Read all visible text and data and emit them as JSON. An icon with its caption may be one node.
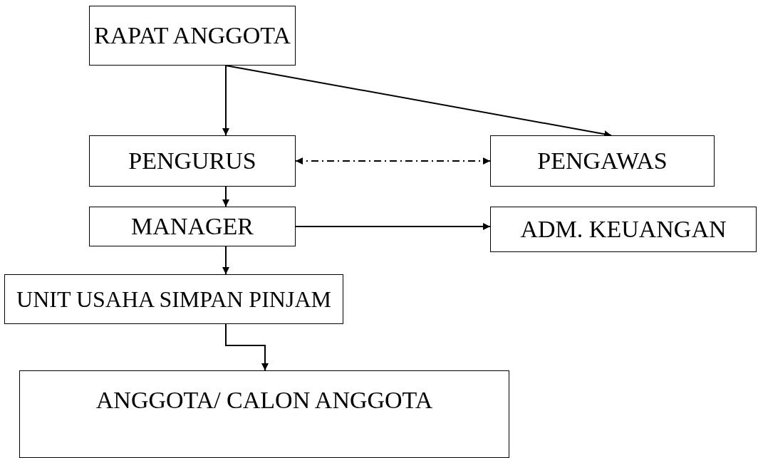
{
  "diagram": {
    "nodes": [
      {
        "text": [
          "RAPAT ANGGOTA"
        ]
      },
      {
        "text": [
          "PENGURUS"
        ]
      },
      {
        "text": [
          "PENGAWAS"
        ]
      },
      {
        "text": [
          "MANAGER"
        ]
      },
      {
        "text": [
          "ADM. KEUANGAN"
        ]
      },
      {
        "text": [
          "UNIT USAHA SIMPAN PINJAM"
        ]
      },
      {
        "text": [
          "ANGGOTA/ CALON ANGGOTA"
        ]
      }
    ],
    "edges": [
      {
        "from": 0,
        "to": 1,
        "arrow": "to"
      },
      {
        "from": 0,
        "to": 2,
        "arrow": "to"
      },
      {
        "from": 1,
        "to": 2,
        "arrow": "both",
        "style": "dashed"
      },
      {
        "from": 1,
        "to": 3,
        "arrow": "to"
      },
      {
        "from": 3,
        "to": 4,
        "arrow": "to"
      },
      {
        "from": 3,
        "to": 5,
        "arrow": "to"
      },
      {
        "from": 5,
        "to": 6,
        "arrow": "to"
      }
    ]
  }
}
